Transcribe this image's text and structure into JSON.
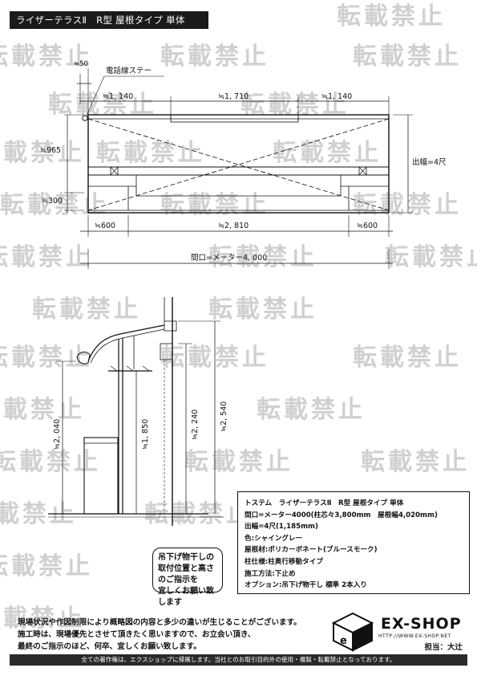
{
  "header": {
    "title": "ライザーテラスⅡ　R型 屋根タイプ 単体"
  },
  "watermark": {
    "text": "転載禁止"
  },
  "plan_view": {
    "label_50": "≒50",
    "label_phone": "電話線ステー",
    "label_1140_left": "≒1, 140",
    "label_1710": "≒1, 710",
    "label_1140_right": "≒1, 140",
    "label_965": "≒965",
    "label_300": "≒300",
    "label_depth": "出幅=4尺",
    "label_600_left": "≒600",
    "label_2810": "≒2, 810",
    "label_600_right": "≒600",
    "label_frontage": "間口=メーター4, 000"
  },
  "side_view": {
    "label_2040": "≒2, 040",
    "label_1850": "≒1, 850",
    "label_2240": "≒2, 240",
    "label_2540": "≒2, 540"
  },
  "note": {
    "lines": [
      "吊下げ物干しの",
      "取付位置と高さのご指示を",
      "宜しくお願い致します"
    ]
  },
  "specs": {
    "lines": [
      "トステム　ライザーテラスⅡ　R型 屋根タイプ 単体",
      "間口=メーター4000(柱芯々3,800mm　屋根幅4,020mm)",
      "出幅=4尺(1,185mm)",
      "色:シャイングレー",
      "屋根材:ポリカーボネート(ブルースモーク)",
      "柱仕様:柱奥行移動タイプ",
      "施工方法:下止め",
      "オプション:吊下げ物干し 標準 2本入り"
    ]
  },
  "footer": {
    "notes": [
      "現場状況や作図制限により概略図の内容と多少の違いが生じることがございます。",
      "施工時は、現場優先とさせて頂きたく思いますので、お立会い頂き、",
      "最終のご指示のほど、何卒、宜しくお願い致します。"
    ],
    "copyright": "全ての著作権は、エクスショップに帰属します。当社とのお取引目的外の使用・複製・転載禁止となっております。"
  },
  "logo": {
    "name": "EX-SHOP",
    "url": "HTTP://WWW.EX-SHOP.NET",
    "staff": "担当：大辻"
  }
}
